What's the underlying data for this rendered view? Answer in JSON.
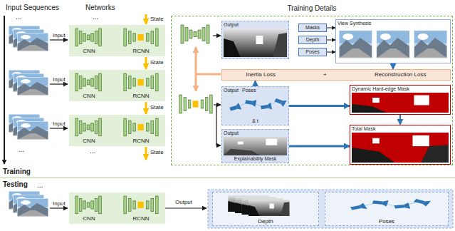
{
  "diagram": {
    "nodes": [
      {
        "text": [
          "CNN"
        ]
      },
      {
        "text": [
          "RCNN"
        ]
      },
      {
        "text": [
          "CNN"
        ]
      },
      {
        "text": [
          "RCNN"
        ]
      },
      {
        "text": [
          "CNN"
        ]
      },
      {
        "text": [
          "RCNN"
        ]
      },
      {
        "text": [
          "Training Details"
        ]
      },
      {
        "text": [
          "Output"
        ],
        "in": 6
      },
      {
        "text": [
          "Masks"
        ],
        "in": 6
      },
      {
        "text": [
          "Depth"
        ],
        "in": 6
      },
      {
        "text": [
          "Poses"
        ],
        "in": 6
      },
      {
        "text": [
          "View Synthesis"
        ],
        "in": 6
      },
      {
        "text": [
          "Inertia Loss",
          "+",
          "Reconstruction Loss"
        ],
        "in": 6
      },
      {
        "text": [
          "Output",
          "Poses",
          "& t"
        ],
        "in": 6
      },
      {
        "text": [
          "Output",
          "Explainability Mask"
        ],
        "in": 6
      },
      {
        "text": [
          "Dynamic Hard-edge Mask"
        ],
        "in": 6
      },
      {
        "text": [
          "Total Mask"
        ],
        "in": 6
      },
      {
        "text": [
          "CNN"
        ]
      },
      {
        "text": [
          "RCNN"
        ]
      },
      {
        "text": [
          "Depth"
        ]
      },
      {
        "text": [
          "Poses"
        ]
      }
    ],
    "edges": [
      {
        "from": 8,
        "to": 11,
        "arrow": "to"
      },
      {
        "from": 9,
        "to": 11,
        "arrow": "to"
      },
      {
        "from": 10,
        "to": 11,
        "arrow": "to"
      },
      {
        "from": 11,
        "to": 12,
        "arrow": "to"
      },
      {
        "from": 13,
        "to": 12,
        "arrow": "to"
      },
      {
        "from": 13,
        "to": 15,
        "arrow": "to"
      },
      {
        "from": 15,
        "to": 16,
        "arrow": "to"
      },
      {
        "from": 14,
        "to": 16,
        "arrow": "to"
      }
    ],
    "labels": [
      "Input Sequences",
      "Networks",
      "...",
      "...",
      "State",
      "Input",
      "State",
      "Input",
      "State",
      "Input",
      "State",
      "...",
      "...",
      "Training",
      "Testing",
      "...",
      "Input",
      "Output"
    ]
  }
}
